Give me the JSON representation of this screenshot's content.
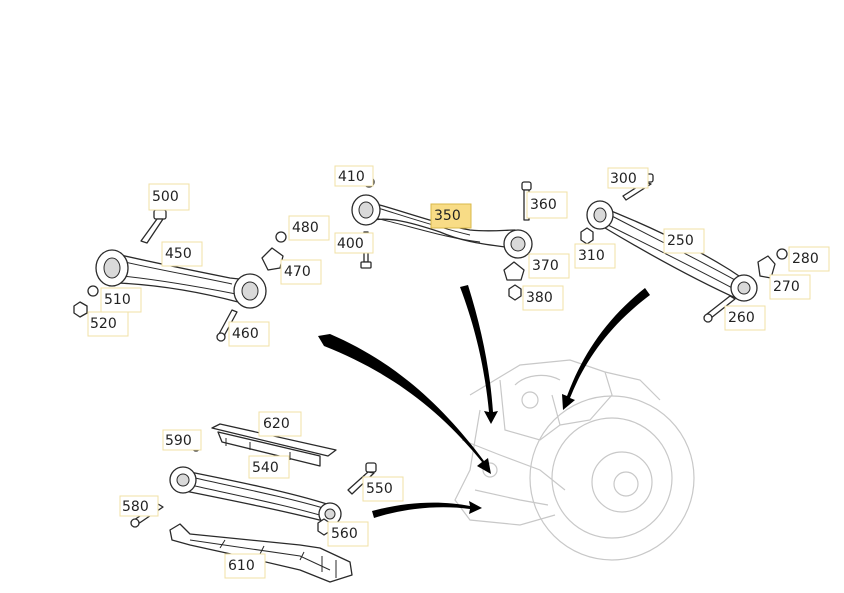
{
  "diagram": {
    "selected_part": "350",
    "callouts": [
      {
        "id": "410",
        "label": "410"
      },
      {
        "id": "350",
        "label": "350",
        "highlighted": true
      },
      {
        "id": "360",
        "label": "360"
      },
      {
        "id": "300",
        "label": "300"
      },
      {
        "id": "500",
        "label": "500"
      },
      {
        "id": "450",
        "label": "450"
      },
      {
        "id": "480",
        "label": "480"
      },
      {
        "id": "400",
        "label": "400"
      },
      {
        "id": "250",
        "label": "250"
      },
      {
        "id": "470",
        "label": "470"
      },
      {
        "id": "370",
        "label": "370"
      },
      {
        "id": "310",
        "label": "310"
      },
      {
        "id": "280",
        "label": "280"
      },
      {
        "id": "380",
        "label": "380"
      },
      {
        "id": "270",
        "label": "270"
      },
      {
        "id": "510",
        "label": "510"
      },
      {
        "id": "520",
        "label": "520"
      },
      {
        "id": "460",
        "label": "460"
      },
      {
        "id": "260",
        "label": "260"
      },
      {
        "id": "620",
        "label": "620"
      },
      {
        "id": "590",
        "label": "590"
      },
      {
        "id": "540",
        "label": "540"
      },
      {
        "id": "550",
        "label": "550"
      },
      {
        "id": "580",
        "label": "580"
      },
      {
        "id": "560",
        "label": "560"
      },
      {
        "id": "610",
        "label": "610"
      }
    ],
    "colors": {
      "highlight_fill": "#f8dc86",
      "callout_border": "#f0e0a6",
      "line_art": "#2a2a2a",
      "ghost_assembly": "#c8c8c8",
      "arrow": "#000000"
    }
  }
}
